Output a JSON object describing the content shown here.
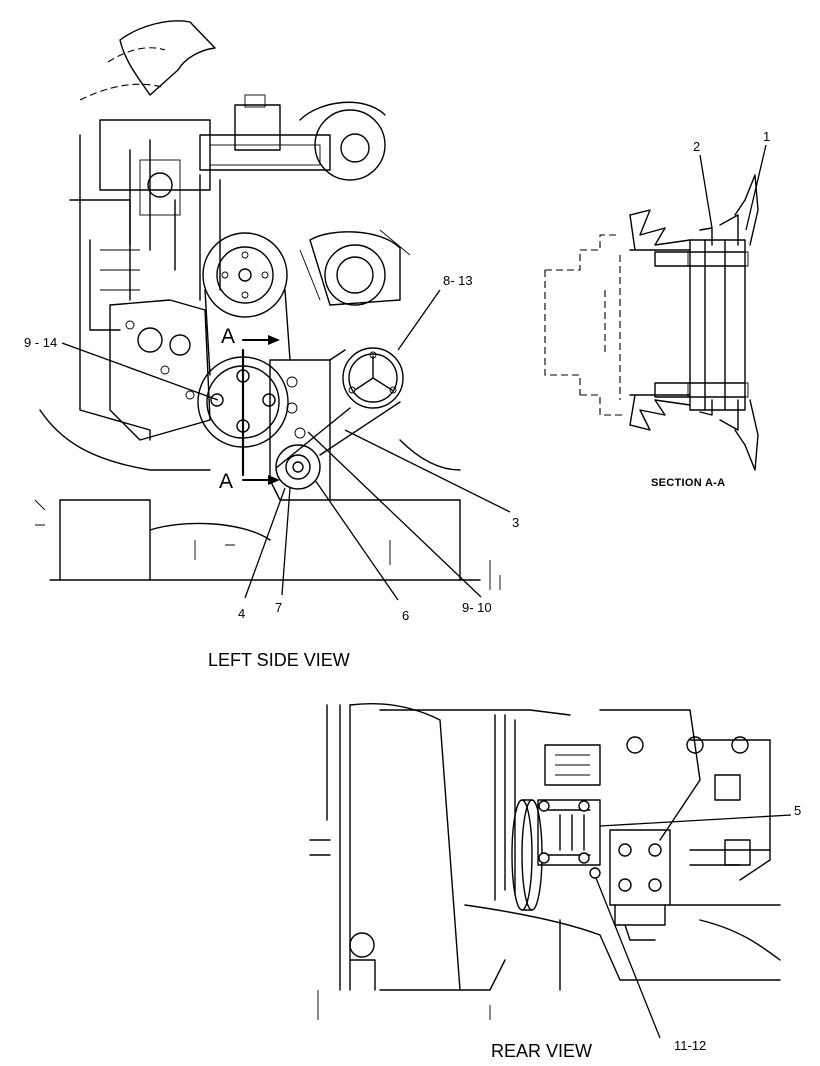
{
  "views": {
    "left_side_title": "LEFT SIDE VIEW",
    "rear_title": "REAR VIEW",
    "section_title": "SECTION A-A"
  },
  "section_marks": {
    "top": "A",
    "bottom": "A"
  },
  "callouts": {
    "c1": "1",
    "c2": "2",
    "c3": "3",
    "c4": "4",
    "c5": "5",
    "c6": "6",
    "c7": "7",
    "c8_13": "8- 13",
    "c9_10": "9- 10",
    "c9_14": "9 - 14",
    "c11_12": "11-12"
  }
}
